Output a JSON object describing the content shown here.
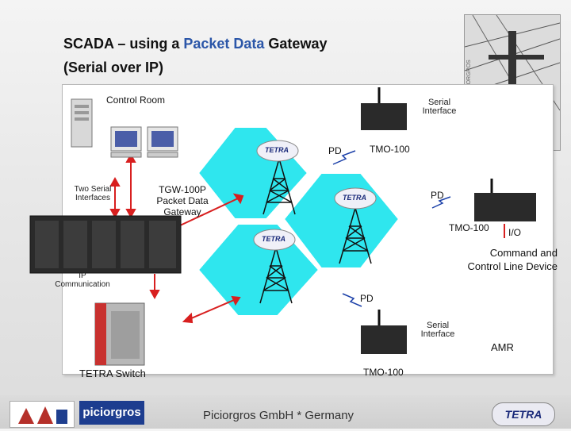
{
  "title": {
    "line1_a": "SCADA – using a ",
    "line1_hl": "Packet Data",
    "line1_b": " Gateway",
    "line2": "(Serial over IP)"
  },
  "labels": {
    "control_room": "Control Room",
    "serial_interface_top": "Serial Interface",
    "pd_top": "PD",
    "tmo_top": "TMO-100",
    "two_serial": "Two Serial Interfaces",
    "tgw": "TGW-100P Packet Data Gateway",
    "pd_right": "PD",
    "tmo_right": "TMO-100",
    "io": "I/O",
    "command": "Command and Control Line Device",
    "ip_comm": "IP Communication",
    "pd_bottom": "PD",
    "serial_interface_bottom": "Serial Interface",
    "amr": "AMR",
    "tetra_switch": "TETRA Switch",
    "tmo_bottom": "TMO-100",
    "footer": "Piciorgros GmbH * Germany",
    "tetra_badge": "TETRA",
    "piciorgros_logo": "piciorgros",
    "photo_caption": "PICIORGROS"
  },
  "colors": {
    "link_red": "#d81f1f",
    "hex_cyan": "#2fe6ee",
    "title_accent": "#2b56a8"
  }
}
